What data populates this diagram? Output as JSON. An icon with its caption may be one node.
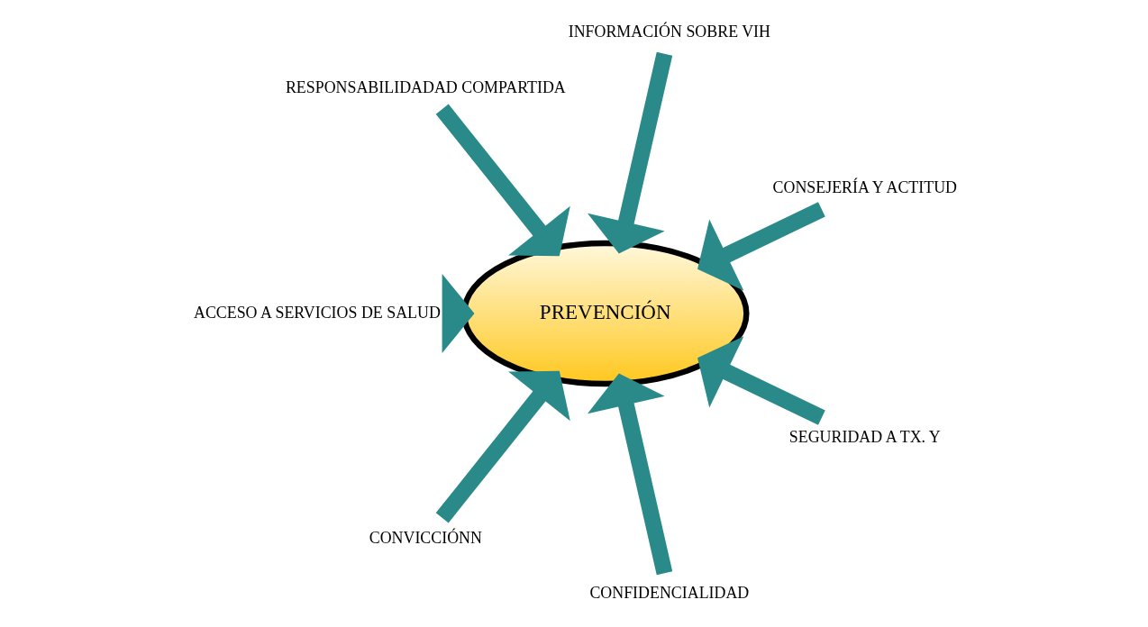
{
  "diagram": {
    "nodes": [
      {
        "text": [
          "CONSEJERÍA Y ACTITUD"
        ]
      },
      {
        "text": [
          "INFORMACIÓN SOBRE VIH"
        ]
      },
      {
        "text": [
          "RESPONSABILIDADAD COMPARTIDA"
        ]
      },
      {
        "text": [
          "ACCESO A SERVICIOS DE SALUD"
        ]
      },
      {
        "text": [
          "PREVENCIÓN"
        ]
      },
      {
        "text": [
          "CONVICCIÓNN"
        ]
      },
      {
        "text": [
          "CONFIDENCIALIDAD"
        ]
      },
      {
        "text": [
          "SEGURIDAD A TX. Y"
        ]
      }
    ],
    "edges": [
      {
        "from": 0,
        "to": 4,
        "arrow": "to"
      },
      {
        "from": 1,
        "to": 4,
        "arrow": "to"
      },
      {
        "from": 2,
        "to": 4,
        "arrow": "to"
      },
      {
        "from": 3,
        "to": 4,
        "arrow": "to"
      },
      {
        "from": 5,
        "to": 4,
        "arrow": "to"
      },
      {
        "from": 6,
        "to": 4,
        "arrow": "to"
      },
      {
        "from": 7,
        "to": 4,
        "arrow": "to"
      }
    ]
  }
}
